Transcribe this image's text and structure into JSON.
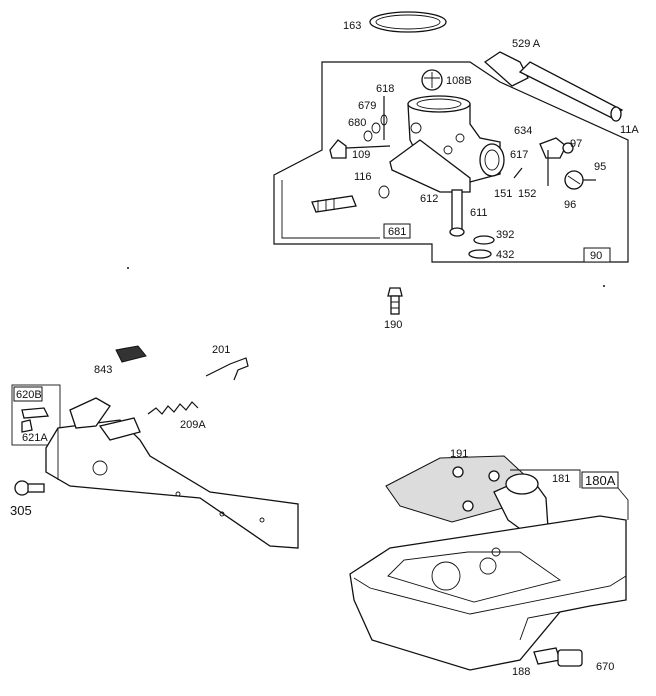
{
  "labels": {
    "p163": "163",
    "p529a": "529 A",
    "p108b": "108B",
    "p618": "618",
    "p679": "679",
    "p680": "680",
    "p109": "109",
    "p634": "634",
    "p97": "97",
    "p11a": "11A",
    "p617": "617",
    "p95": "95",
    "p116": "116",
    "p151": "151",
    "p152": "152",
    "p96": "96",
    "p612": "612",
    "p611": "611",
    "p681": "681",
    "p392": "392",
    "p432": "432",
    "p90": "90",
    "p190": "190",
    "p201": "201",
    "p843": "843",
    "p620b": "620B",
    "p621a": "621A",
    "p209a": "209A",
    "p305": "305",
    "p191": "191",
    "p181": "181",
    "p180a": "180A",
    "p188": "188",
    "p670": "670"
  }
}
